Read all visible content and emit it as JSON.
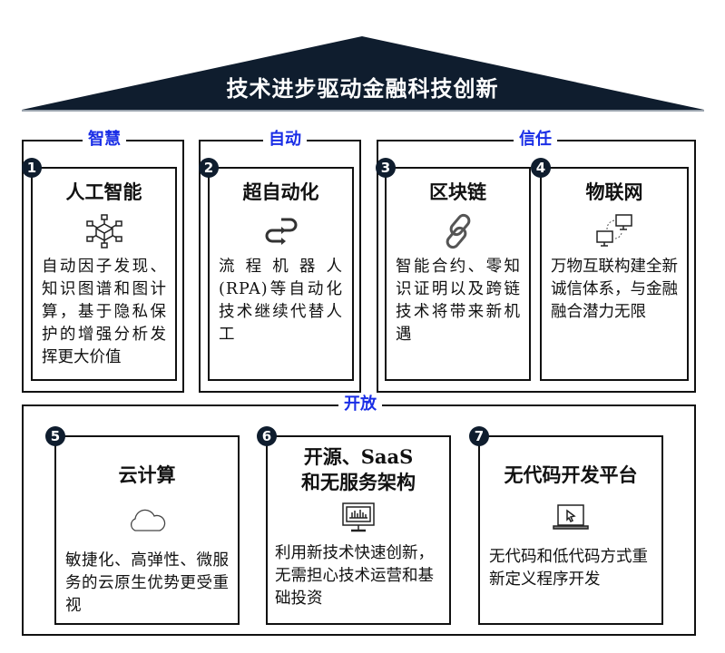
{
  "header": {
    "title": "技术进步驱动金融科技创新",
    "roof_color": "#0f1d2e"
  },
  "colors": {
    "group_label": "#1a2ee6",
    "number_badge": "#0f1d2e",
    "border": "#111111"
  },
  "groups": [
    {
      "label": "智慧"
    },
    {
      "label": "自动"
    },
    {
      "label": "信任"
    },
    {
      "label": "开放"
    }
  ],
  "cards": [
    {
      "number": "1",
      "title": "人工智能",
      "icon": "ai-cube-network-icon",
      "description": "自动因子发现、知识图谱和图计算，基于隐私保护的增强分析发挥更大价值"
    },
    {
      "number": "2",
      "title": "超自动化",
      "icon": "process-arrows-icon",
      "description": "流程机器人(RPA)等自动化技术继续代替人工"
    },
    {
      "number": "3",
      "title": "区块链",
      "icon": "chain-link-icon",
      "description": "智能合约、零知识证明以及跨链技术将带来新机遇"
    },
    {
      "number": "4",
      "title": "物联网",
      "icon": "connected-monitors-icon",
      "description": "万物互联构建全新诚信体系，与金融融合潜力无限"
    },
    {
      "number": "5",
      "title": "云计算",
      "icon": "cloud-icon",
      "description": "敏捷化、高弹性、微服务的云原生优势更受重视"
    },
    {
      "number": "6",
      "title_line1": "开源、SaaS",
      "title_line2": "和无服务架构",
      "icon": "monitor-chart-icon",
      "description": "利用新技术快速创新，无需担心技术运营和基础投资"
    },
    {
      "number": "7",
      "title": "无代码开发平台",
      "icon": "laptop-cursor-icon",
      "description": "无代码和低代码方式重新定义程序开发"
    }
  ]
}
